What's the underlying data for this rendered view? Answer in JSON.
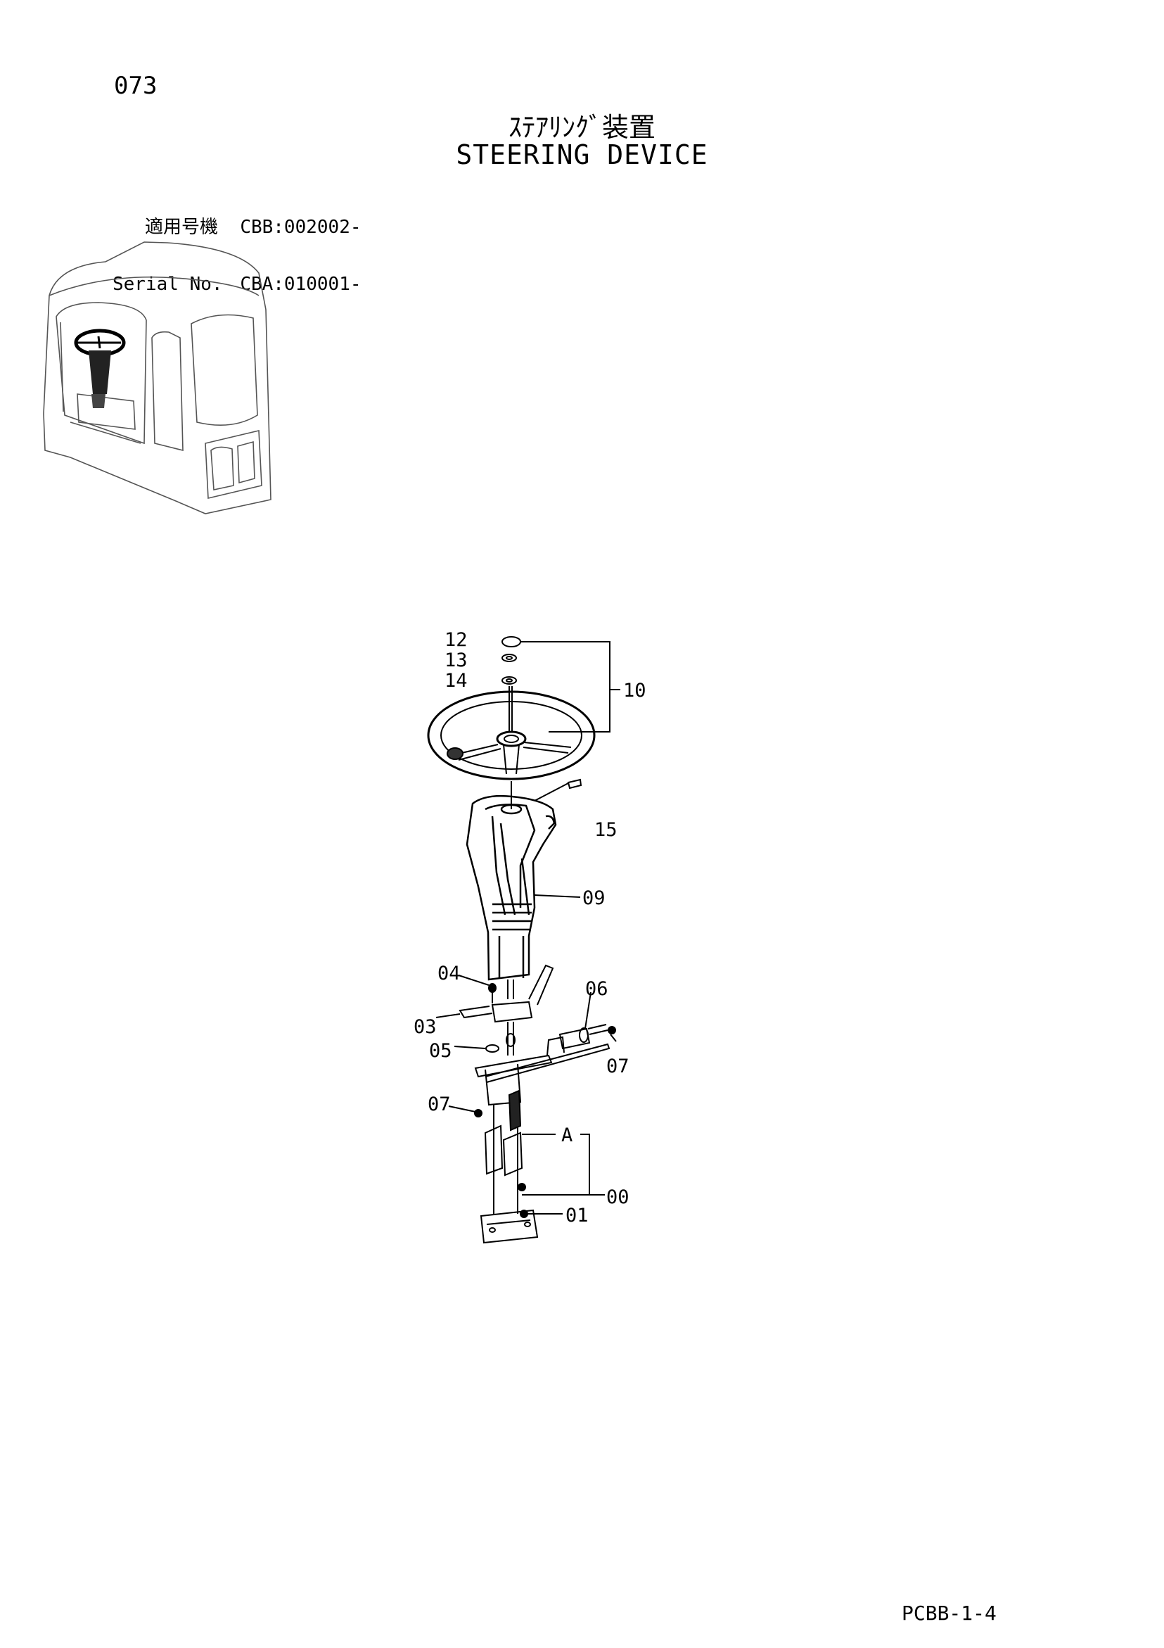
{
  "page_number": "073",
  "title_jp": "ｽﾃｱﾘﾝｸﾞ装置",
  "title_en": "STEERING DEVICE",
  "serial": [
    {
      "label": "適用号機",
      "value": "CBB:002002-"
    },
    {
      "label": "Serial No.",
      "value": "CBA:010001-"
    }
  ],
  "callouts": {
    "c12": "12",
    "c13": "13",
    "c14": "14",
    "c10": "10",
    "c15": "15",
    "c09": "09",
    "c04": "04",
    "c06": "06",
    "c03": "03",
    "c05": "05",
    "c07a": "07",
    "c07b": "07",
    "cA": "A",
    "c00": "00",
    "c01": "01"
  },
  "footer_code": "PCBB-1-4"
}
